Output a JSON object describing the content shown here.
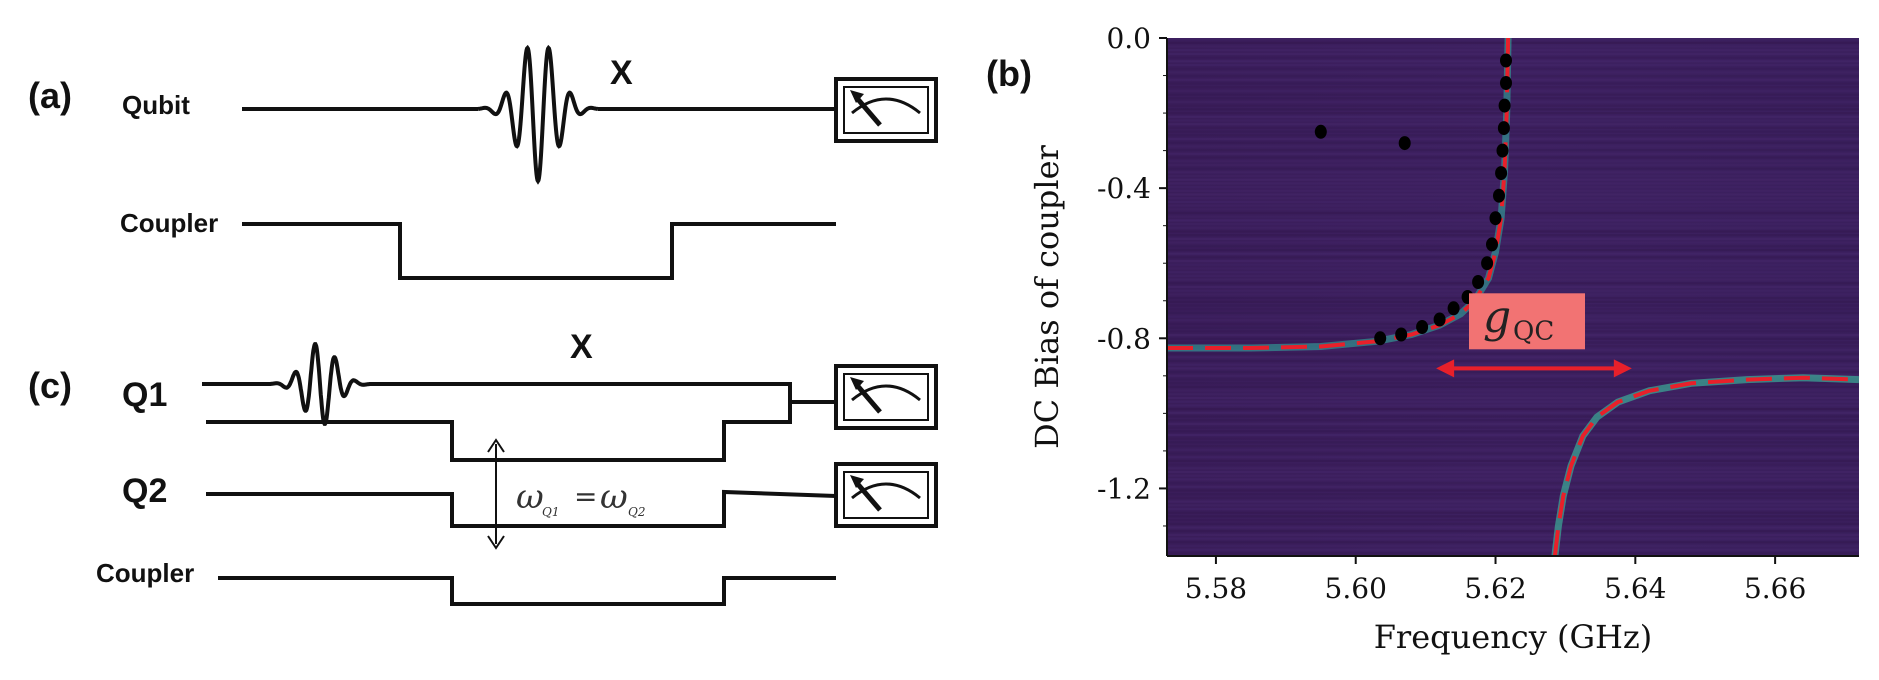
{
  "figure": {
    "panel_a": {
      "label": "(a)",
      "qubit_label": "Qubit",
      "coupler_label": "Coupler",
      "gate_label": "X",
      "meter_icon": "measurement-meter-icon"
    },
    "panel_c": {
      "label": "(c)",
      "q1_label": "Q1",
      "q2_label": "Q2",
      "coupler_label": "Coupler",
      "gate_label": "X",
      "resonance_omega1": "ω",
      "resonance_sub1": "Q1",
      "resonance_eq": "=",
      "resonance_omega2": "ω",
      "resonance_sub2": "Q2",
      "meter_icon": "measurement-meter-icon"
    },
    "panel_b": {
      "label": "(b)",
      "g_label_main": "g",
      "g_label_sub": "QC"
    }
  },
  "chart_data": {
    "type": "heatmap",
    "xlabel": "Frequency (GHz)",
    "ylabel": "DC Bias of coupler",
    "xlim": [
      5.573,
      5.672
    ],
    "ylim": [
      -1.38,
      0.0
    ],
    "x_ticks": [
      "5.58",
      "5.60",
      "5.62",
      "5.64",
      "5.66"
    ],
    "x_tick_values": [
      5.58,
      5.6,
      5.62,
      5.64,
      5.66
    ],
    "y_ticks": [
      "0.0",
      "-0.4",
      "-0.8",
      "-1.2"
    ],
    "y_tick_values": [
      0.0,
      -0.4,
      -0.8,
      -1.2
    ],
    "background_color": "#3b1f5c",
    "fit_color": "#e8202a",
    "data_color": "#000000",
    "measured_points": [
      {
        "x": 5.595,
        "y": -0.25
      },
      {
        "x": 5.607,
        "y": -0.28
      },
      {
        "x": 5.6215,
        "y": -0.06
      },
      {
        "x": 5.6215,
        "y": -0.12
      },
      {
        "x": 5.6213,
        "y": -0.18
      },
      {
        "x": 5.6212,
        "y": -0.24
      },
      {
        "x": 5.621,
        "y": -0.3
      },
      {
        "x": 5.6208,
        "y": -0.36
      },
      {
        "x": 5.6205,
        "y": -0.42
      },
      {
        "x": 5.62,
        "y": -0.48
      },
      {
        "x": 5.6195,
        "y": -0.55
      },
      {
        "x": 5.6188,
        "y": -0.6
      },
      {
        "x": 5.6175,
        "y": -0.65
      },
      {
        "x": 5.616,
        "y": -0.69
      },
      {
        "x": 5.614,
        "y": -0.72
      },
      {
        "x": 5.612,
        "y": -0.75
      },
      {
        "x": 5.6095,
        "y": -0.77
      },
      {
        "x": 5.6065,
        "y": -0.79
      },
      {
        "x": 5.6035,
        "y": -0.8
      }
    ],
    "fit_lower_branch": [
      {
        "x": 5.573,
        "y": -0.826
      },
      {
        "x": 5.585,
        "y": -0.826
      },
      {
        "x": 5.595,
        "y": -0.822
      },
      {
        "x": 5.603,
        "y": -0.808
      },
      {
        "x": 5.608,
        "y": -0.79
      },
      {
        "x": 5.612,
        "y": -0.765
      },
      {
        "x": 5.615,
        "y": -0.735
      },
      {
        "x": 5.617,
        "y": -0.7
      },
      {
        "x": 5.619,
        "y": -0.64
      },
      {
        "x": 5.62,
        "y": -0.57
      },
      {
        "x": 5.6208,
        "y": -0.48
      },
      {
        "x": 5.6213,
        "y": -0.35
      },
      {
        "x": 5.6216,
        "y": -0.2
      },
      {
        "x": 5.6218,
        "y": 0.0
      }
    ],
    "fit_upper_branch": [
      {
        "x": 5.6285,
        "y": -1.38
      },
      {
        "x": 5.629,
        "y": -1.3
      },
      {
        "x": 5.6297,
        "y": -1.22
      },
      {
        "x": 5.6308,
        "y": -1.14
      },
      {
        "x": 5.6325,
        "y": -1.06
      },
      {
        "x": 5.6345,
        "y": -1.01
      },
      {
        "x": 5.6375,
        "y": -0.97
      },
      {
        "x": 5.642,
        "y": -0.94
      },
      {
        "x": 5.648,
        "y": -0.92
      },
      {
        "x": 5.656,
        "y": -0.91
      },
      {
        "x": 5.664,
        "y": -0.905
      },
      {
        "x": 5.672,
        "y": -0.91
      }
    ],
    "gap_arrow": {
      "x_start": 5.6115,
      "x_end": 5.6395,
      "y": -0.88
    },
    "g_label_position": {
      "x": 5.6245,
      "y": -0.76
    }
  }
}
